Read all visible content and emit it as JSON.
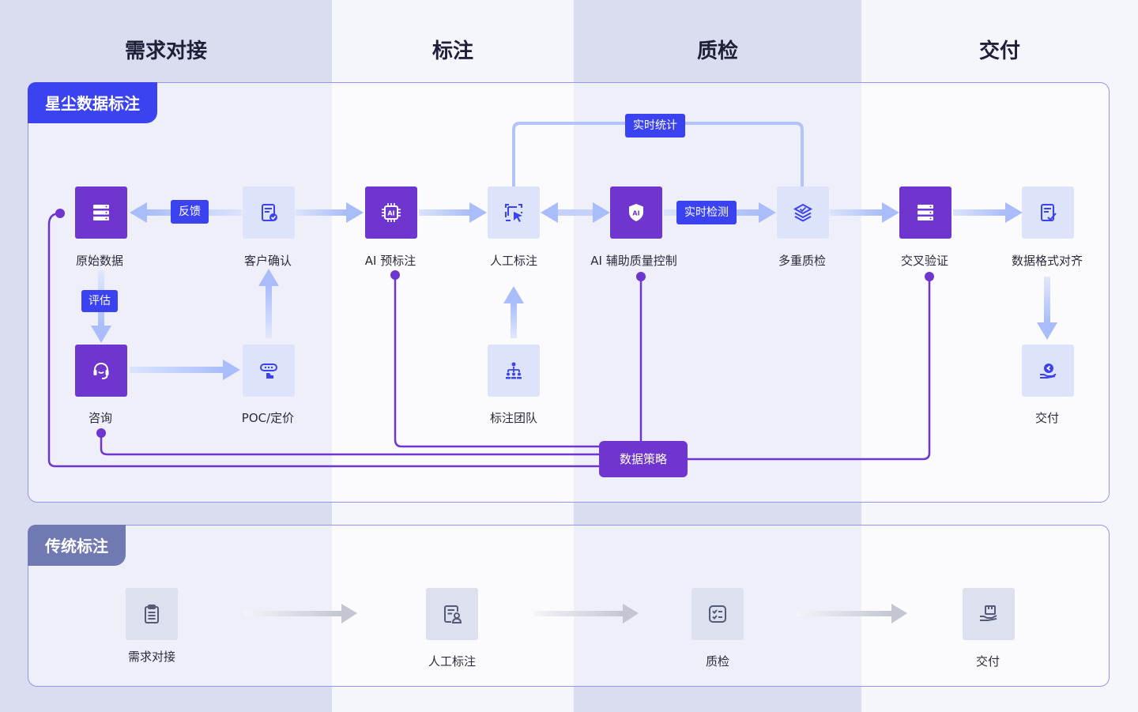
{
  "phases": [
    "需求对接",
    "标注",
    "质检",
    "交付"
  ],
  "top_panel": {
    "title": "星尘数据标注",
    "nodes": {
      "raw_data": "原始数据",
      "customer_confirm": "客户确认",
      "ai_prelabel": "AI 预标注",
      "manual_label": "人工标注",
      "ai_qc": "AI 辅助质量控制",
      "multi_qc": "多重质检",
      "cross_verify": "交叉验证",
      "format_align": "数据格式对齐",
      "consult": "咨询",
      "poc_pricing": "POC/定价",
      "label_team": "标注团队",
      "deliver": "交付"
    },
    "chips": {
      "feedback": "反馈",
      "evaluate": "评估",
      "realtime_stats": "实时统计",
      "realtime_detect": "实时检测"
    },
    "strategy": "数据策略"
  },
  "bottom_panel": {
    "title": "传统标注",
    "steps": [
      "需求对接",
      "人工标注",
      "质检",
      "交付"
    ]
  },
  "icons": {
    "raw_data": "server-icon",
    "customer_confirm": "document-check-icon",
    "ai_prelabel": "ai-chip-icon",
    "manual_label": "select-cursor-icon",
    "ai_qc": "ai-shield-icon",
    "multi_qc": "layers-icon",
    "cross_verify": "server-icon",
    "format_align": "document-edit-icon",
    "consult": "headset-icon",
    "poc_pricing": "presentation-icon",
    "label_team": "org-chart-icon",
    "deliver": "hand-return-icon"
  },
  "colors": {
    "accent_blue": "#3b43f0",
    "accent_purple": "#6e35cf",
    "flow_light": "#b3c4fb",
    "panel_border": "#8f97f3",
    "traditional_gray": "#7179b3"
  }
}
